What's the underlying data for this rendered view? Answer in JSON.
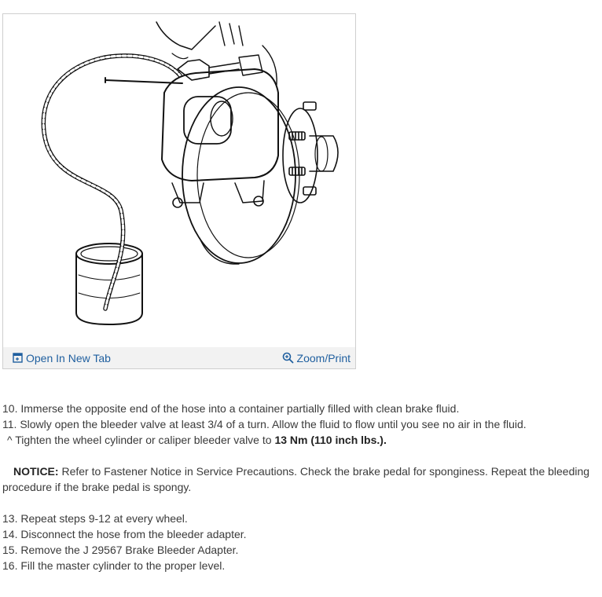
{
  "figure": {
    "open_label": "Open In New Tab",
    "zoom_label": "Zoom/Print",
    "open_icon": "open-in-new-tab-icon",
    "zoom_icon": "zoom-magnifier-icon"
  },
  "steps": {
    "step10": "10. Immerse the opposite end of the hose into a container partially filled with clean brake fluid.",
    "step11": "11. Slowly open the bleeder valve at least 3/4 of a turn. Allow the fluid to flow until you see no air in the fluid.",
    "bullet_prefix": "^  Tighten the wheel cylinder or caliper bleeder valve to ",
    "bullet_spec": "13 Nm (110 inch lbs.)",
    "bullet_suffix": ".",
    "notice_label": "NOTICE:",
    "notice_text_1": " Refer to Fastener Notice in Service Precautions. Check the brake pedal for sponginess. Repeat the bleeding",
    "notice_text_2": "procedure if the brake pedal is spongy.",
    "step13": "13. Repeat steps 9-12 at every wheel.",
    "step14": "14. Disconnect the hose from the bleeder adapter.",
    "step15": "15. Remove the J 29567 Brake Bleeder Adapter.",
    "step16": "16. Fill the master cylinder to the proper level."
  }
}
